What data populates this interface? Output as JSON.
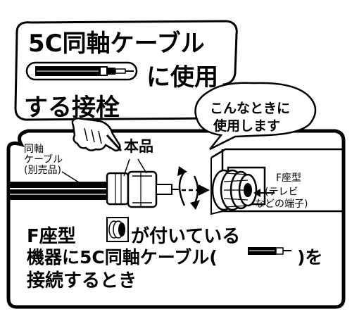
{
  "headline": {
    "line1": "5C同軸ケーブル",
    "line2": "に使用",
    "line3": "する接栓"
  },
  "bubble": {
    "line1": "こんなときに",
    "line2": "使用します"
  },
  "labels": {
    "cable": [
      "同軸",
      "ケーブル",
      "(別売品)"
    ],
    "product": "本品",
    "f_port": "F座型",
    "tv_terminal": [
      "(テレビ",
      "などの端子)"
    ]
  },
  "caption": {
    "line1_a": "F座型",
    "line1_b": "が付いている",
    "line2_a": "機器に5C同軸ケーブル(",
    "line2_b": ")を",
    "line3": "接続するとき"
  },
  "colors": {
    "ink": "#000000",
    "paper": "#ffffff"
  }
}
